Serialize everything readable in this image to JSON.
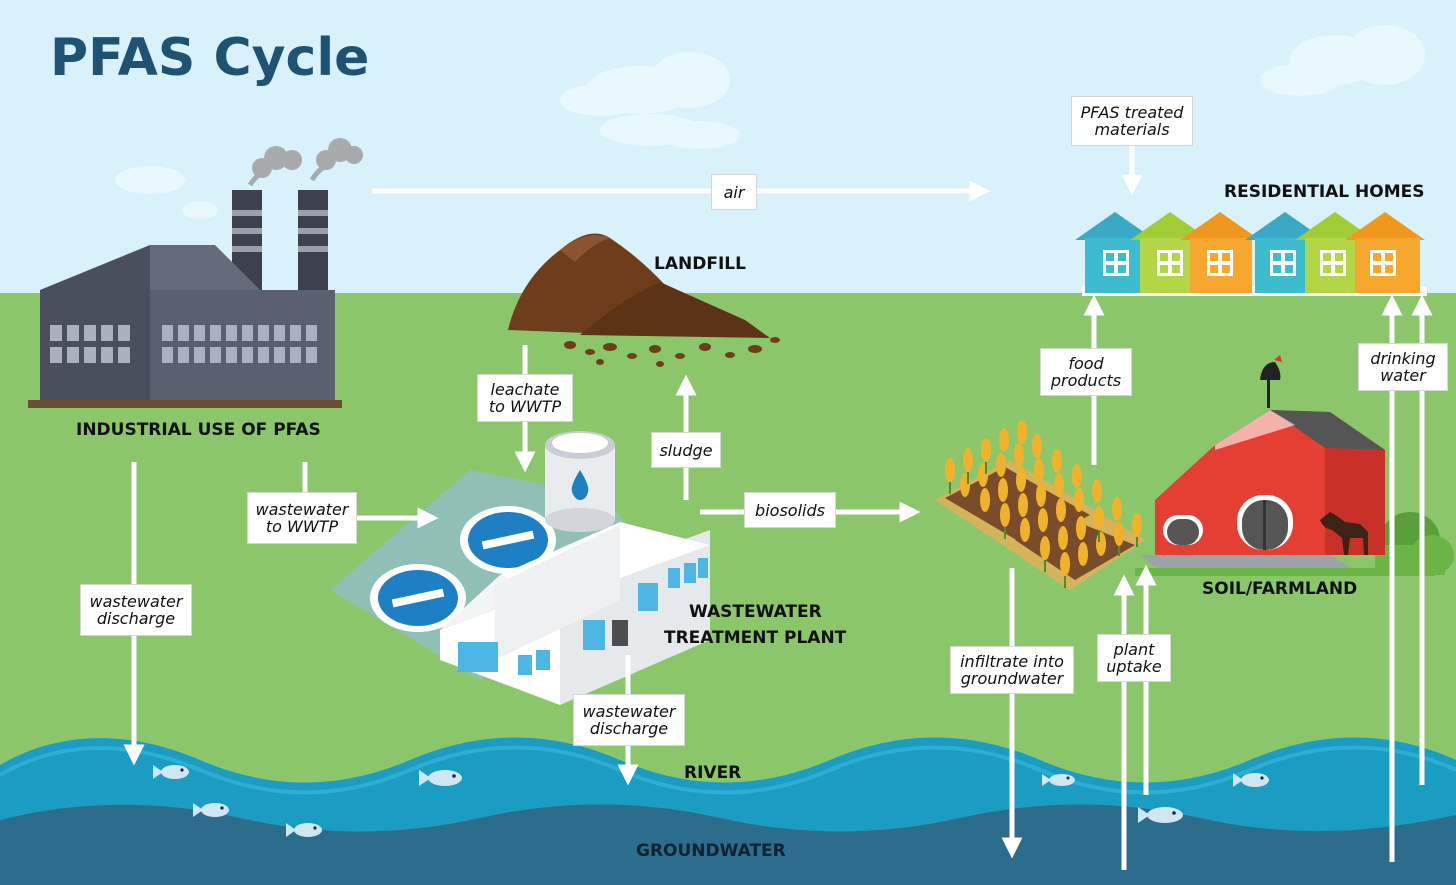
{
  "title": "PFAS Cycle",
  "nodes": {
    "industrial": "INDUSTRIAL USE OF PFAS",
    "landfill": "LANDFILL",
    "wwtp_line1": "WASTEWATER",
    "wwtp_line2": "TREATMENT PLANT",
    "residential": "RESIDENTIAL HOMES",
    "farmland": "SOIL/FARMLAND",
    "river": "RIVER",
    "groundwater": "GROUNDWATER"
  },
  "flows": {
    "air": "air",
    "pfas_treated_1": "PFAS treated",
    "pfas_treated_2": "materials",
    "leachate_1": "leachate",
    "leachate_2": "to WWTP",
    "sludge": "sludge",
    "biosolids": "biosolids",
    "wastewater_wwtp_1": "wastewater",
    "wastewater_wwtp_2": "to WWTP",
    "discharge_industrial_1": "wastewater",
    "discharge_industrial_2": "discharge",
    "discharge_wwtp_1": "wastewater",
    "discharge_wwtp_2": "discharge",
    "food_1": "food",
    "food_2": "products",
    "drinking_1": "drinking",
    "drinking_2": "water",
    "infiltrate_1": "infiltrate into",
    "infiltrate_2": "groundwater",
    "plant_1": "plant",
    "plant_2": "uptake"
  },
  "colors": {
    "sky": "#d8f1fa",
    "grass": "#8cc66a",
    "river": "#1a9cc3",
    "groundwater": "#2c6c8c",
    "title": "#1f5373",
    "factory": "#4a4f5e",
    "barn": "#e53f34",
    "soil": "#6e3e1c"
  }
}
